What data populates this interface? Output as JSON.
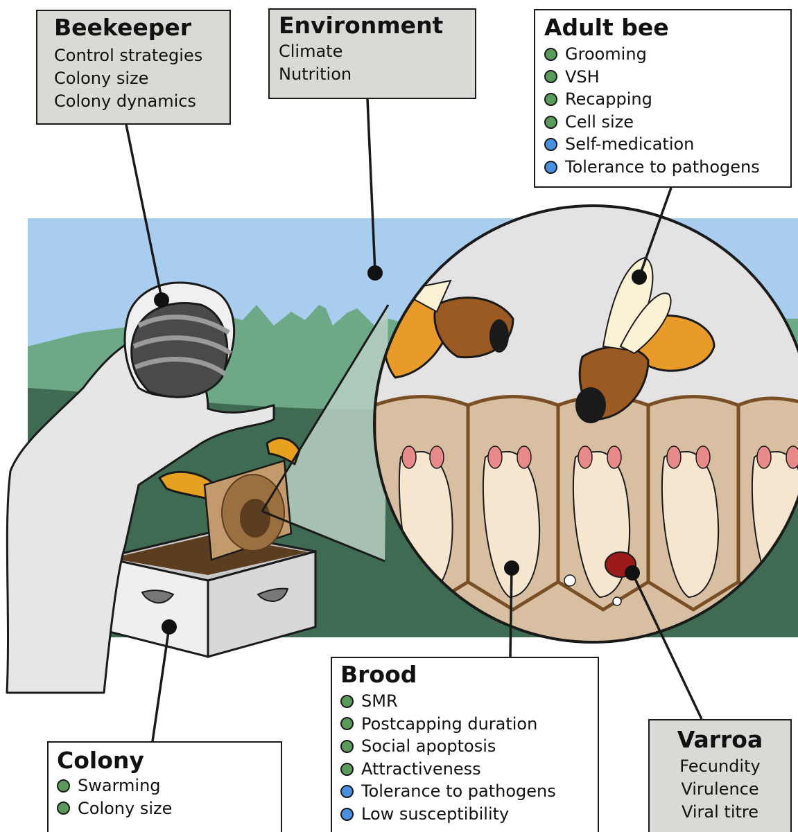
{
  "beekeeper": {
    "title": "Beekeeper",
    "items": [
      "Control strategies",
      "Colony size",
      "Colony dynamics"
    ]
  },
  "environment": {
    "title": "Environment",
    "items": [
      "Climate",
      "Nutrition"
    ]
  },
  "adult_bee": {
    "title": "Adult bee",
    "items": [
      {
        "label": "Grooming",
        "dot": "green"
      },
      {
        "label": "VSH",
        "dot": "green"
      },
      {
        "label": "Recapping",
        "dot": "green"
      },
      {
        "label": "Cell size",
        "dot": "green"
      },
      {
        "label": "Self-medication",
        "dot": "blue"
      },
      {
        "label": "Tolerance to pathogens",
        "dot": "blue"
      }
    ]
  },
  "brood": {
    "title": "Brood",
    "items": [
      {
        "label": "SMR",
        "dot": "green"
      },
      {
        "label": "Postcapping duration",
        "dot": "green"
      },
      {
        "label": "Social apoptosis",
        "dot": "green"
      },
      {
        "label": "Attractiveness",
        "dot": "green"
      },
      {
        "label": "Tolerance to pathogens",
        "dot": "blue"
      },
      {
        "label": "Low susceptibility",
        "dot": "blue"
      }
    ]
  },
  "colony": {
    "title": "Colony",
    "items": [
      {
        "label": "Swarming",
        "dot": "green"
      },
      {
        "label": "Colony size",
        "dot": "green"
      }
    ]
  },
  "varroa": {
    "title": "Varroa",
    "items": [
      "Fecundity",
      "Virulence",
      "Viral titre"
    ]
  },
  "colors": {
    "green": "#5a9a5a",
    "blue": "#4a90e2",
    "sky": "#a9cdee",
    "hills": "#6da987",
    "ground": "#3f6b52",
    "box_grey": "#d9d9d6"
  }
}
